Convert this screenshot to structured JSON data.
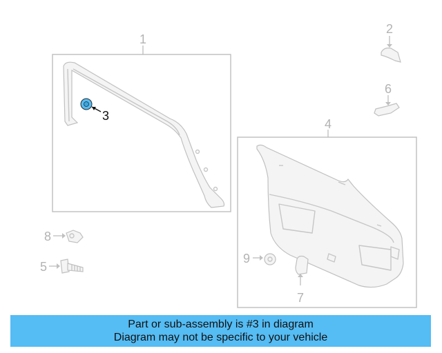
{
  "callouts": {
    "c1": "1",
    "c2": "2",
    "c3": "3",
    "c4": "4",
    "c5": "5",
    "c6": "6",
    "c7": "7",
    "c8": "8",
    "c9": "9"
  },
  "highlight": {
    "part_number": "3",
    "color": "#55bcf4"
  },
  "banner": {
    "line1": "Part or sub-assembly is #3 in diagram",
    "line2": "Diagram may not be specific to your vehicle",
    "background": "#55bcf4"
  }
}
